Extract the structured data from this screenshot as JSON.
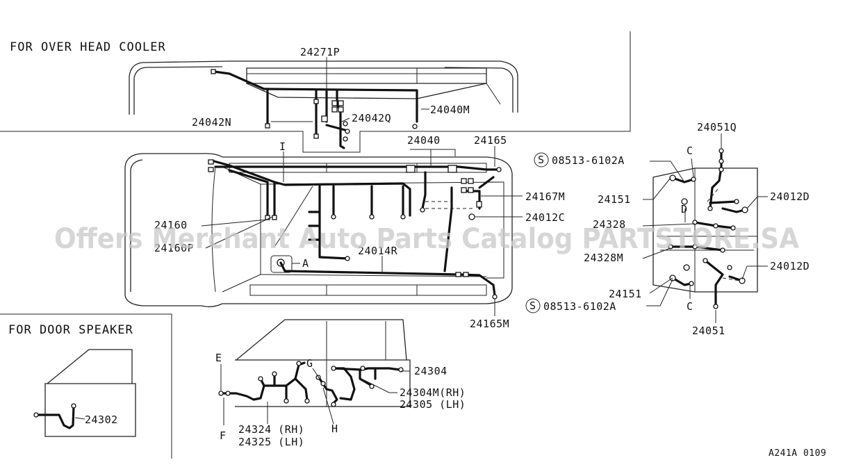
{
  "sections": {
    "over_head_cooler": "FOR OVER HEAD COOLER",
    "door_speaker": "FOR DOOR SPEAKER"
  },
  "labels": {
    "p24271P": "24271P",
    "p24042N": "24042N",
    "p24042Q": "24042Q",
    "p24040M": "24040M",
    "p24040": "24040",
    "p24165": "24165",
    "pI": "I",
    "p24167M": "24167M",
    "p24012C": "24012C",
    "p24160": "24160",
    "p24160P": "24160P",
    "p24014R": "24014R",
    "pA": "A",
    "p24165M": "24165M",
    "p24302": "24302",
    "pE": "E",
    "pF": "F",
    "pG": "G",
    "pH": "H",
    "p24304": "24304",
    "p24304M": "24304M(RH)",
    "p24305": "24305 (LH)",
    "p24324": "24324 (RH)",
    "p24325": "24325 (LH)",
    "p24051Q": "24051Q",
    "p08513_top": "08513-6102A",
    "pC_top": "C",
    "p24151_top": "24151",
    "pD": "D",
    "p24012D_top": "24012D",
    "p24328": "24328",
    "p24328M": "24328M",
    "p24012D_bot": "24012D",
    "p24151_bot": "24151",
    "p08513_bot": "08513-6102A",
    "pC_bot": "C",
    "p24051": "24051",
    "s_symbol_top": "S",
    "s_symbol_bot": "S"
  },
  "watermark": "Offers Merchant Auto Parts Catalog PARTSTORE.SA",
  "reference": "A241A 0109"
}
